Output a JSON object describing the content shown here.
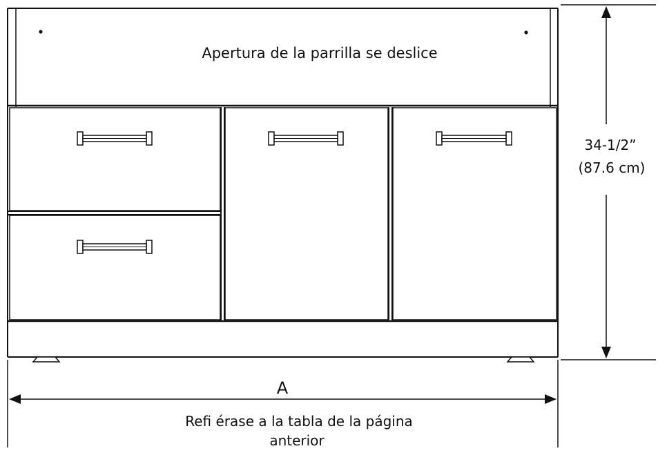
{
  "top_panel_label": "Apertura de la parrilla se deslice",
  "height_dimension": {
    "imperial": "34-1/2”",
    "metric": "(87.6 cm)"
  },
  "width_dimension": {
    "label": "A",
    "note_line1": "Refi érase a la tabla de la página",
    "note_line2": "anterior"
  },
  "colors": {
    "line": "#111111",
    "background": "#ffffff"
  }
}
